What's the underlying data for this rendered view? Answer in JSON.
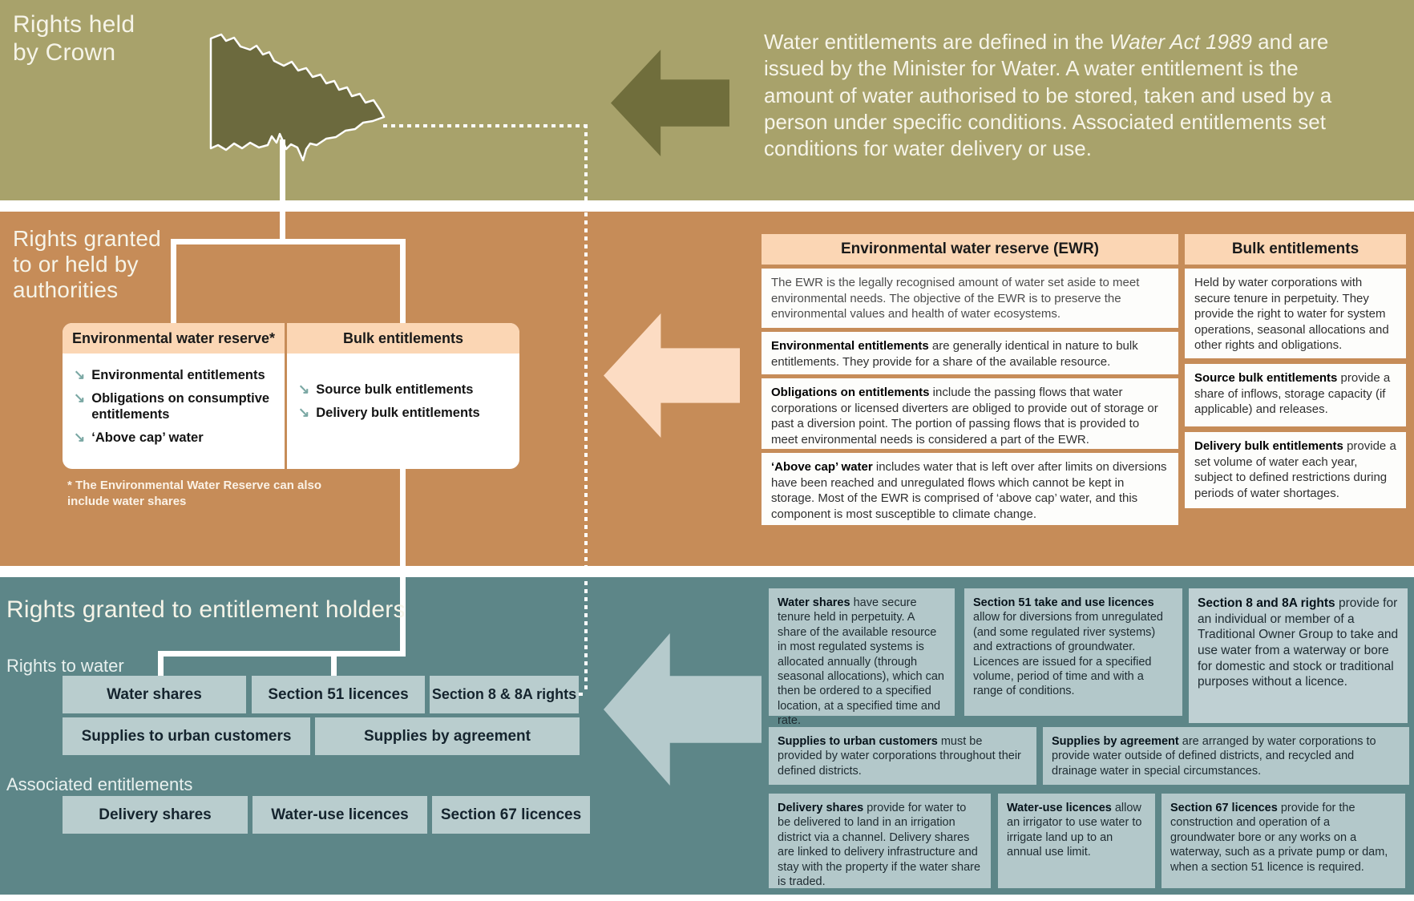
{
  "icons": {
    "bullet_arrow": "↘"
  },
  "colors": {
    "olive_band": "#a8a26b",
    "orange_band": "#c68c58",
    "teal_band": "#5d8688",
    "peach_header": "#fbd6b4",
    "map_fill": "#6c6a3e",
    "dark_arrow": "#706e3c",
    "pale_arrow": "#fcdcc3",
    "grey_arrow": "#b5cacc",
    "teal_box": "#b9cdce",
    "teal_panel": "#b3c8ca",
    "white_line": "#ffffff"
  },
  "crown": {
    "title": "Rights held by Crown",
    "intro_pre": "Water entitlements are defined in the ",
    "intro_italic": "Water Act 1989",
    "intro_post": " and are issued by the Minister for Water. A water entitlement is the amount of water authorised to be stored, taken and used by a person under specific conditions. Associated entitlements set conditions for water delivery or use."
  },
  "authorities": {
    "title": "Rights granted to or held by authorities",
    "ewr_box": {
      "title": "Environmental water reserve*",
      "items": [
        "Environmental entitlements",
        "Obligations on consumptive entitlements",
        "‘Above cap’ water"
      ]
    },
    "bulk_box": {
      "title": "Bulk entitlements",
      "items": [
        "Source bulk entitlements",
        "Delivery bulk entitlements"
      ]
    },
    "footnote": "* The Environmental Water Reserve can also include water shares",
    "ewr_panel": {
      "title": "Environmental water reserve (EWR)",
      "sections": [
        {
          "lead": "",
          "text": "The EWR is the legally recognised amount of water set aside to meet environmental needs. The objective of the EWR is to preserve the environmental values and health of water ecosystems."
        },
        {
          "lead": "Environmental entitlements",
          "text": " are generally identical in nature to bulk entitlements. They provide for a share of the available resource."
        },
        {
          "lead": "Obligations on entitlements",
          "text": " include the passing flows that water corporations or licensed diverters are obliged to provide out of storage or past a diversion point. The portion of passing flows that is provided to meet environmental needs is considered a part of the EWR."
        },
        {
          "lead": "‘Above cap’ water",
          "text": " includes water that is left over after limits on diversions have been reached and unregulated flows which cannot be kept in storage. Most of the EWR is comprised of ‘above cap’ water, and this component is most susceptible to climate change."
        }
      ]
    },
    "bulk_panel": {
      "title": "Bulk entitlements",
      "sections": [
        {
          "lead": "",
          "text": "Held by water corporations with secure tenure in perpetuity. They provide the right to water for system operations, seasonal allocations and other rights and obligations."
        },
        {
          "lead": "Source bulk entitlements",
          "text": " provide a share of inflows, storage capacity (if applicable) and releases."
        },
        {
          "lead": "Delivery bulk entitlements",
          "text": " provide a set volume of water each year, subject to defined restrictions during periods of water shortages."
        }
      ]
    }
  },
  "holders": {
    "title": "Rights granted to entitlement holders",
    "rights_to_water_label": "Rights to water",
    "associated_label": "Associated entitlements",
    "row1": [
      "Water shares",
      "Section 51 licences",
      "Section 8 & 8A rights"
    ],
    "row2": [
      "Supplies to urban customers",
      "Supplies by agreement"
    ],
    "row3": [
      "Delivery shares",
      "Water-use licences",
      "Section 67 licences"
    ],
    "panels": [
      {
        "lead": "Water shares",
        "text": " have secure tenure held in perpetuity. A share of the available resource in most regulated systems is allocated annually (through seasonal allocations), which can then be ordered to a specified location, at a specified time and rate."
      },
      {
        "lead": "Section 51 take and use licences",
        "text": " allow for diversions from unregulated (and some regulated river systems) and extractions of groundwater. Licences are issued for a specified volume, period of time and with a range of conditions."
      },
      {
        "lead": "Section 8 and 8A rights",
        "text": " provide for an individual or member of a Traditional Owner Group to take and use water from a waterway or bore for domestic and stock or traditional purposes without a licence."
      },
      {
        "lead": "Supplies to urban customers",
        "text": " must be provided by water corporations throughout their defined districts."
      },
      {
        "lead": "Supplies by agreement",
        "text": " are arranged by water corporations to provide water outside of defined districts, and recycled and drainage water in special circumstances."
      },
      {
        "lead": "Delivery shares",
        "text": " provide for water to be delivered to land in an irrigation district via a channel. Delivery shares are linked to delivery infrastructure and stay with the property if the water share is traded."
      },
      {
        "lead": "Water-use licences",
        "text": " allow an irrigator to use water to irrigate land up to an annual use limit."
      },
      {
        "lead": "Section 67 licences",
        "text": " provide for the construction and operation of a groundwater bore or any works on a waterway, such as a private pump or dam, when a section 51 licence is required."
      }
    ]
  }
}
